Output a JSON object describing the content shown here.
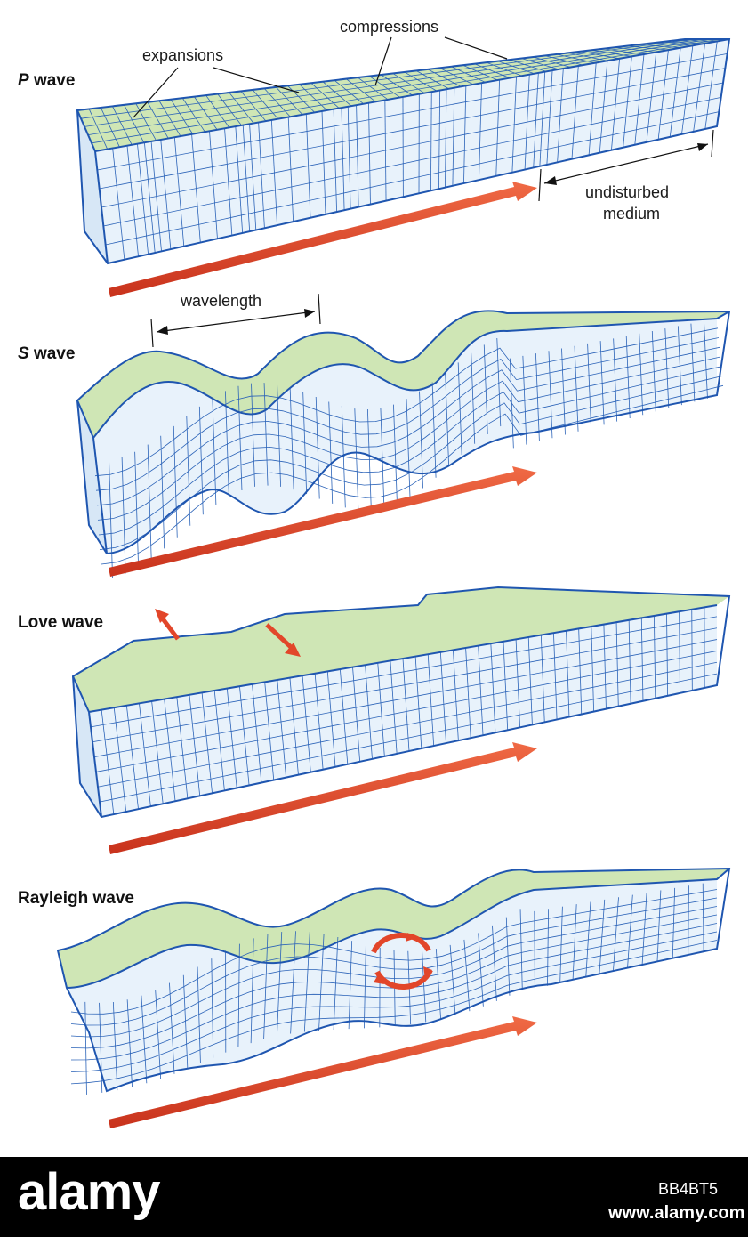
{
  "labels": {
    "p_wave_prefix": "P",
    "p_wave_suffix": " wave",
    "s_wave_prefix": "S",
    "s_wave_suffix": " wave",
    "love_wave": "Love wave",
    "rayleigh_wave": "Rayleigh wave",
    "compressions": "compressions",
    "expansions": "expansions",
    "undisturbed_line1": "undisturbed",
    "undisturbed_line2": "medium",
    "wavelength": "wavelength"
  },
  "colors": {
    "grid": "#2b63b8",
    "top_surface": "#cfe6b5",
    "side_surface": "#e8f2fb",
    "arrow": "#e2462a"
  },
  "footer": {
    "brand": "alamy",
    "image_id": "BB4BT5",
    "url": "www.alamy.com"
  }
}
